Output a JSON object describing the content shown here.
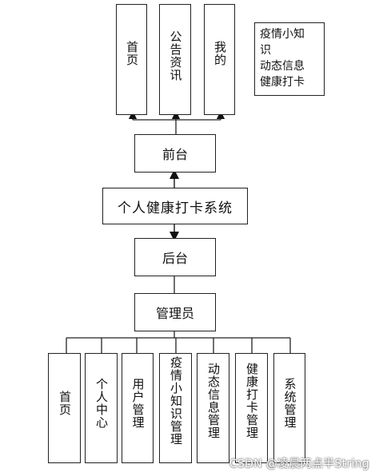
{
  "front_pages": [
    {
      "label": "首页"
    },
    {
      "label": "公告资讯"
    },
    {
      "label": "我的"
    }
  ],
  "note_lines": [
    "疫情小知",
    "识",
    "动态信息",
    "健康打卡"
  ],
  "front_label": "前台",
  "system_label": "个人健康打卡系统",
  "back_label": "后台",
  "admin_label": "管理员",
  "admin_modules": [
    {
      "label": "首页"
    },
    {
      "label": "个人中心"
    },
    {
      "label": "用户管理"
    },
    {
      "label": "疫情小知识管理"
    },
    {
      "label": "动态信息管理"
    },
    {
      "label": "健康打卡管理"
    },
    {
      "label": "系统管理"
    }
  ],
  "watermark": "CSDN @凌晨两点半String"
}
